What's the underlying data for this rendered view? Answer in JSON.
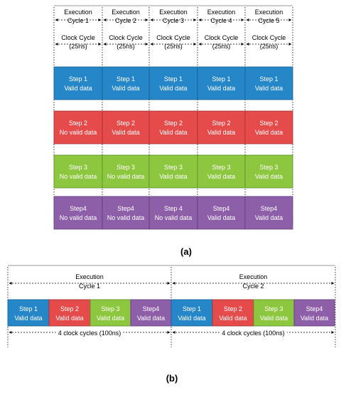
{
  "colors": {
    "blue": "#2586C8",
    "red": "#E54B4B",
    "green": "#8DC63F",
    "purple": "#8D5FA8",
    "border_blue": "#1A5F8F",
    "border_red": "#A03030",
    "border_green": "#5E8A25",
    "border_purple": "#5E3C75"
  },
  "panel_a": {
    "columns": [
      {
        "exec_line1": "Execution",
        "exec_line2": "Cycle 1",
        "clock_line1": "Clock Cycle",
        "clock_line2": "(25ns)"
      },
      {
        "exec_line1": "Execution",
        "exec_line2": "Cycle 2",
        "clock_line1": "Clock Cycle",
        "clock_line2": "(25ns)"
      },
      {
        "exec_line1": "Execution",
        "exec_line2": "Cycle 3",
        "clock_line1": "Clock Cycle",
        "clock_line2": "(25ns)"
      },
      {
        "exec_line1": "Execution",
        "exec_line2": "Cycle 4",
        "clock_line1": "Clock Cycle",
        "clock_line2": "(25ns)"
      },
      {
        "exec_line1": "Execution",
        "exec_line2": "Cycle 5",
        "clock_line1": "Clock Cycle",
        "clock_line2": "(25ns)"
      }
    ],
    "rows": [
      {
        "color": "blue",
        "cells": [
          {
            "step": "Step 1",
            "status": "Valid data"
          },
          {
            "step": "Step 1",
            "status": "Valid data"
          },
          {
            "step": "Step 1",
            "status": "Valid data"
          },
          {
            "step": "Step 1",
            "status": "Valid data"
          },
          {
            "step": "Step 1",
            "status": "Valid data"
          }
        ]
      },
      {
        "color": "red",
        "cells": [
          {
            "step": "Step 2",
            "status": "No valid data"
          },
          {
            "step": "Step 2",
            "status": "Valid data"
          },
          {
            "step": "Step 2",
            "status": "Valid data"
          },
          {
            "step": "Step 2",
            "status": "Valid data"
          },
          {
            "step": "Step 2",
            "status": "Valid data"
          }
        ]
      },
      {
        "color": "green",
        "cells": [
          {
            "step": "Step 3",
            "status": "No valid data"
          },
          {
            "step": "Step 3",
            "status": "No valid data"
          },
          {
            "step": "Step 3",
            "status": "Valid data"
          },
          {
            "step": "Step 3",
            "status": "Valid data"
          },
          {
            "step": "Step 3",
            "status": "Valid data"
          }
        ]
      },
      {
        "color": "purple",
        "cells": [
          {
            "step": "Step4",
            "status": "No valid data"
          },
          {
            "step": "Step4",
            "status": "No valid data"
          },
          {
            "step": "Step 4",
            "status": "No valid data"
          },
          {
            "step": "Step4",
            "status": "Valid data"
          },
          {
            "step": "Step4",
            "status": "Valid data"
          }
        ]
      }
    ],
    "label": "(a)"
  },
  "panel_b": {
    "cycles": [
      {
        "exec_line1": "Execution",
        "exec_line2": "Cycle 1",
        "clock_label": "4 clock cycles (100ns)",
        "cells": [
          {
            "color": "blue",
            "step": "Step 1",
            "status": "Valid data"
          },
          {
            "color": "red",
            "step": "Step 2",
            "status": "Valid data"
          },
          {
            "color": "green",
            "step": "Step 3",
            "status": "Valid data"
          },
          {
            "color": "purple",
            "step": "Step4",
            "status": "Valid data"
          }
        ]
      },
      {
        "exec_line1": "Execution",
        "exec_line2": "Cycle 2",
        "clock_label": "4 clock cycles (100ns)",
        "cells": [
          {
            "color": "blue",
            "step": "Step 1",
            "status": "Valid data"
          },
          {
            "color": "red",
            "step": "Step 2",
            "status": "Valid data"
          },
          {
            "color": "green",
            "step": "Step 3",
            "status": "Valid data"
          },
          {
            "color": "purple",
            "step": "Step4",
            "status": "Valid data"
          }
        ]
      }
    ],
    "label": "(b)"
  }
}
